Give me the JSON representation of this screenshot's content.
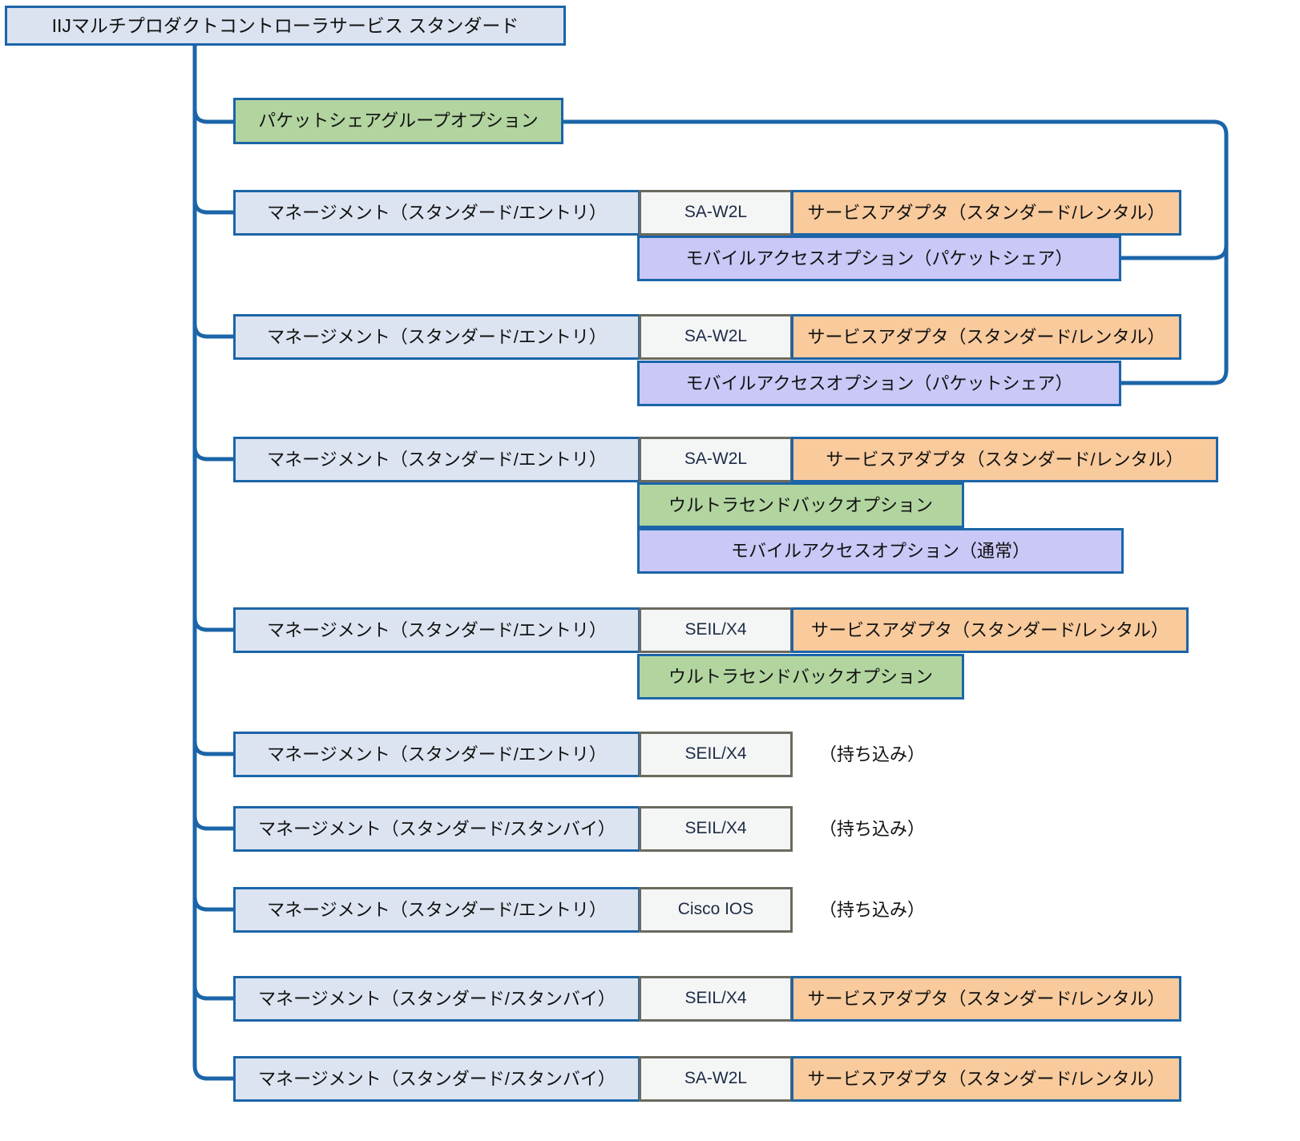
{
  "diagram": {
    "title": "IIJマルチプロダクトコントローラサービス スタンダード",
    "type": "tree",
    "colors": {
      "line": "#1b65a8",
      "root_fill": "#dce3f0",
      "management_fill": "#dde4f1",
      "device_fill": "#f4f5f5",
      "device_border": "#6b6a5e",
      "adapter_fill": "#f8ca9c",
      "option_green_fill": "#b2d5a0",
      "option_purple_fill": "#c9c8f7"
    },
    "labels": {
      "root": "IIJマルチプロダクトコントローラサービス スタンダード",
      "packet_share_group": "パケットシェアグループオプション",
      "mgmt_entry": "マネージメント（スタンダード/エントリ）",
      "mgmt_standby": "マネージメント（スタンダード/スタンバイ）",
      "device_sa_w2l": "SA-W2L",
      "device_seil_x4": "SEIL/X4",
      "device_cisco_ios": "Cisco IOS",
      "service_adapter": "サービスアダプタ（スタンダード/レンタル）",
      "mobile_access_packet_share": "モバイルアクセスオプション（パケットシェア）",
      "mobile_access_normal": "モバイルアクセスオプション（通常）",
      "ultra_send_back": "ウルトラセンドバックオプション",
      "bring_in": "（持ち込み）"
    },
    "rows": [
      {
        "id": "row-packet-share",
        "management": null,
        "device": null,
        "option": "パケットシェアグループオプション"
      },
      {
        "id": "row-1",
        "management": "マネージメント（スタンダード/エントリ）",
        "device": "SA-W2L",
        "adapter": "サービスアダプタ（スタンダード/レンタル）",
        "sub_options": [
          "モバイルアクセスオプション（パケットシェア）"
        ]
      },
      {
        "id": "row-2",
        "management": "マネージメント（スタンダード/エントリ）",
        "device": "SA-W2L",
        "adapter": "サービスアダプタ（スタンダード/レンタル）",
        "sub_options": [
          "モバイルアクセスオプション（パケットシェア）"
        ]
      },
      {
        "id": "row-3",
        "management": "マネージメント（スタンダード/エントリ）",
        "device": "SA-W2L",
        "adapter": "サービスアダプタ（スタンダード/レンタル）",
        "sub_options": [
          "ウルトラセンドバックオプション",
          "モバイルアクセスオプション（通常）"
        ]
      },
      {
        "id": "row-4",
        "management": "マネージメント（スタンダード/エントリ）",
        "device": "SEIL/X4",
        "adapter": "サービスアダプタ（スタンダード/レンタル）",
        "sub_options": [
          "ウルトラセンドバックオプション"
        ]
      },
      {
        "id": "row-5",
        "management": "マネージメント（スタンダード/エントリ）",
        "device": "SEIL/X4",
        "note": "（持ち込み）"
      },
      {
        "id": "row-6",
        "management": "マネージメント（スタンダード/スタンバイ）",
        "device": "SEIL/X4",
        "note": "（持ち込み）"
      },
      {
        "id": "row-7",
        "management": "マネージメント（スタンダード/エントリ）",
        "device": "Cisco IOS",
        "note": "（持ち込み）"
      },
      {
        "id": "row-8",
        "management": "マネージメント（スタンダード/スタンバイ）",
        "device": "SEIL/X4",
        "adapter": "サービスアダプタ（スタンダード/レンタル）"
      },
      {
        "id": "row-9",
        "management": "マネージメント（スタンダード/スタンバイ）",
        "device": "SA-W2L",
        "adapter": "サービスアダプタ（スタンダード/レンタル）"
      }
    ]
  }
}
